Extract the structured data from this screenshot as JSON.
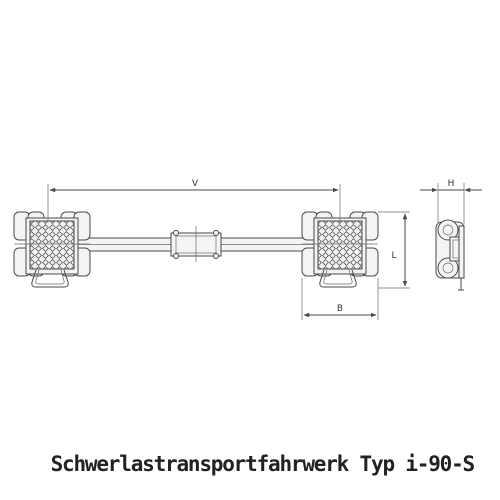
{
  "caption": "Schwerlastransportfahrwerk Typ i-90-S",
  "dimensions": {
    "v": "V",
    "h": "H",
    "l": "L",
    "b": "B"
  },
  "colors": {
    "line": "#4a4a4a",
    "fill": "#f4f4f4",
    "text": "#222222"
  }
}
